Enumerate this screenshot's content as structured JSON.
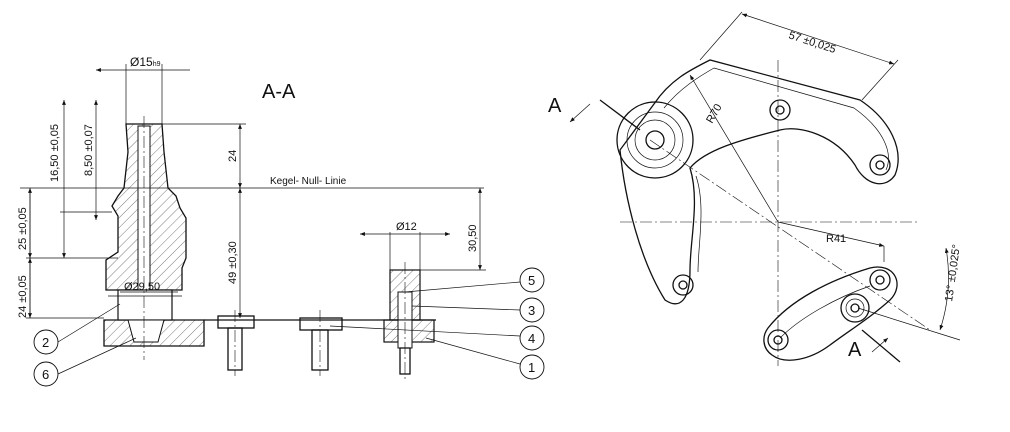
{
  "section": {
    "title": "A-A",
    "cone_line": "Kegel- Null- Linie",
    "dims": {
      "d_top": "Ø15",
      "d_top_tol": "h9",
      "d_29": "Ø29,50",
      "d_12": "Ø12",
      "v_16": "16,50 ±0,05",
      "v_8": "8,50 ±0,07",
      "v_25": "25 ±0,05",
      "v_24b": "24 ±0,05",
      "v_24": "24",
      "v_49": "49 ±0,30",
      "v_30": "30,50"
    },
    "balloons": [
      "5",
      "3",
      "4",
      "1",
      "2",
      "6"
    ]
  },
  "plan": {
    "section_mark": "A",
    "dims": {
      "d_57": "57 ±0,025",
      "r_70": "R70",
      "r_41": "R41",
      "angle": "13° ±0,025°"
    }
  }
}
